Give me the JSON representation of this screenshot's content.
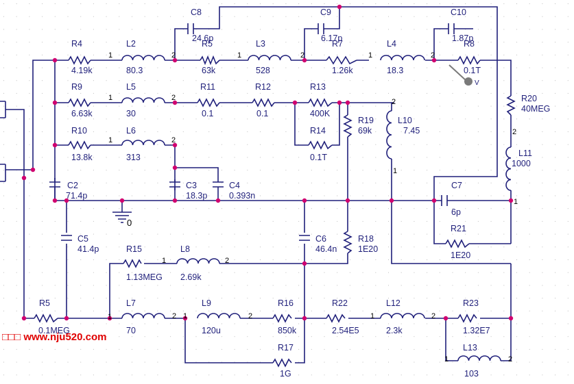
{
  "components": {
    "R4": {
      "name": "R4",
      "value": "4.19k"
    },
    "L2": {
      "name": "L2",
      "value": "80.3"
    },
    "R5top": {
      "name": "R5",
      "value": "63k"
    },
    "L3": {
      "name": "L3",
      "value": "528"
    },
    "R7": {
      "name": "R7",
      "value": "1.26k"
    },
    "L4": {
      "name": "L4",
      "value": "18.3"
    },
    "R8": {
      "name": "R8",
      "value": "0.1T"
    },
    "C8": {
      "name": "C8",
      "value": "24.6p"
    },
    "C9": {
      "name": "C9",
      "value": "6.17p"
    },
    "C10": {
      "name": "C10",
      "value": "1.87p"
    },
    "R9": {
      "name": "R9",
      "value": "6.63k"
    },
    "L5": {
      "name": "L5",
      "value": "30"
    },
    "R11": {
      "name": "R11",
      "value": "0.1"
    },
    "R12": {
      "name": "R12",
      "value": "0.1"
    },
    "R13": {
      "name": "R13",
      "value": "400K"
    },
    "R14": {
      "name": "R14",
      "value": "0.1T"
    },
    "R19": {
      "name": "R19",
      "value": "69k"
    },
    "L10": {
      "name": "L10",
      "value": "7.45"
    },
    "R20": {
      "name": "R20",
      "value": "40MEG"
    },
    "L11": {
      "name": "L11",
      "value": "1000"
    },
    "R10": {
      "name": "R10",
      "value": "13.8k"
    },
    "L6": {
      "name": "L6",
      "value": "313"
    },
    "C2": {
      "name": "C2",
      "value": "71.4p"
    },
    "C3": {
      "name": "C3",
      "value": "18.3p"
    },
    "C4": {
      "name": "C4",
      "value": "0.393n"
    },
    "C7": {
      "name": "C7",
      "value": "6p"
    },
    "R21": {
      "name": "R21",
      "value": "1E20"
    },
    "C5": {
      "name": "C5",
      "value": "41.4p"
    },
    "R15": {
      "name": "R15",
      "value": "1.13MEG"
    },
    "L8": {
      "name": "L8",
      "value": "2.69k"
    },
    "C6": {
      "name": "C6",
      "value": "46.4n"
    },
    "R18": {
      "name": "R18",
      "value": "1E20"
    },
    "R5": {
      "name": "R5",
      "value": "0.1MEG"
    },
    "L7": {
      "name": "L7",
      "value": "70"
    },
    "L9": {
      "name": "L9",
      "value": "120u"
    },
    "R16": {
      "name": "R16",
      "value": "850k"
    },
    "R22": {
      "name": "R22",
      "value": "2.54E5"
    },
    "L12": {
      "name": "L12",
      "value": "2.3k"
    },
    "R23": {
      "name": "R23",
      "value": "1.32E7"
    },
    "L13": {
      "name": "L13",
      "value": "103"
    },
    "R17": {
      "name": "R17",
      "value": "1G"
    }
  },
  "ground_label": "0",
  "probe_label": "V",
  "watermark": "□□□ www.nju520.com",
  "colors": {
    "wire": "#1f1f7a",
    "node": "#d0006f",
    "watermark": "#e00000",
    "probe": "#7a7a7a"
  }
}
